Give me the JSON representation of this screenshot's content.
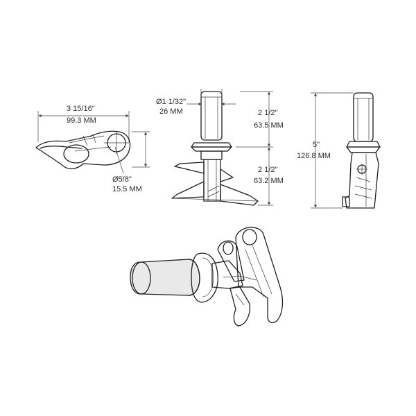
{
  "dimensions": {
    "top_width_in": "3 15/16\"",
    "top_width_mm": "99.3 MM",
    "hole_dia_in": "Ø5/8\"",
    "hole_dia_mm": "15.5 MM",
    "knob_dia_in": "Ø1 1/32\"",
    "knob_dia_mm": "26 MM",
    "upper_height_in": "2 1/2\"",
    "upper_height_mm": "63.5 MM",
    "lower_height_in": "2 1/2\"",
    "lower_height_mm": "63.2 MM",
    "total_height_in": "5\"",
    "total_height_mm": "126.8 MM"
  }
}
